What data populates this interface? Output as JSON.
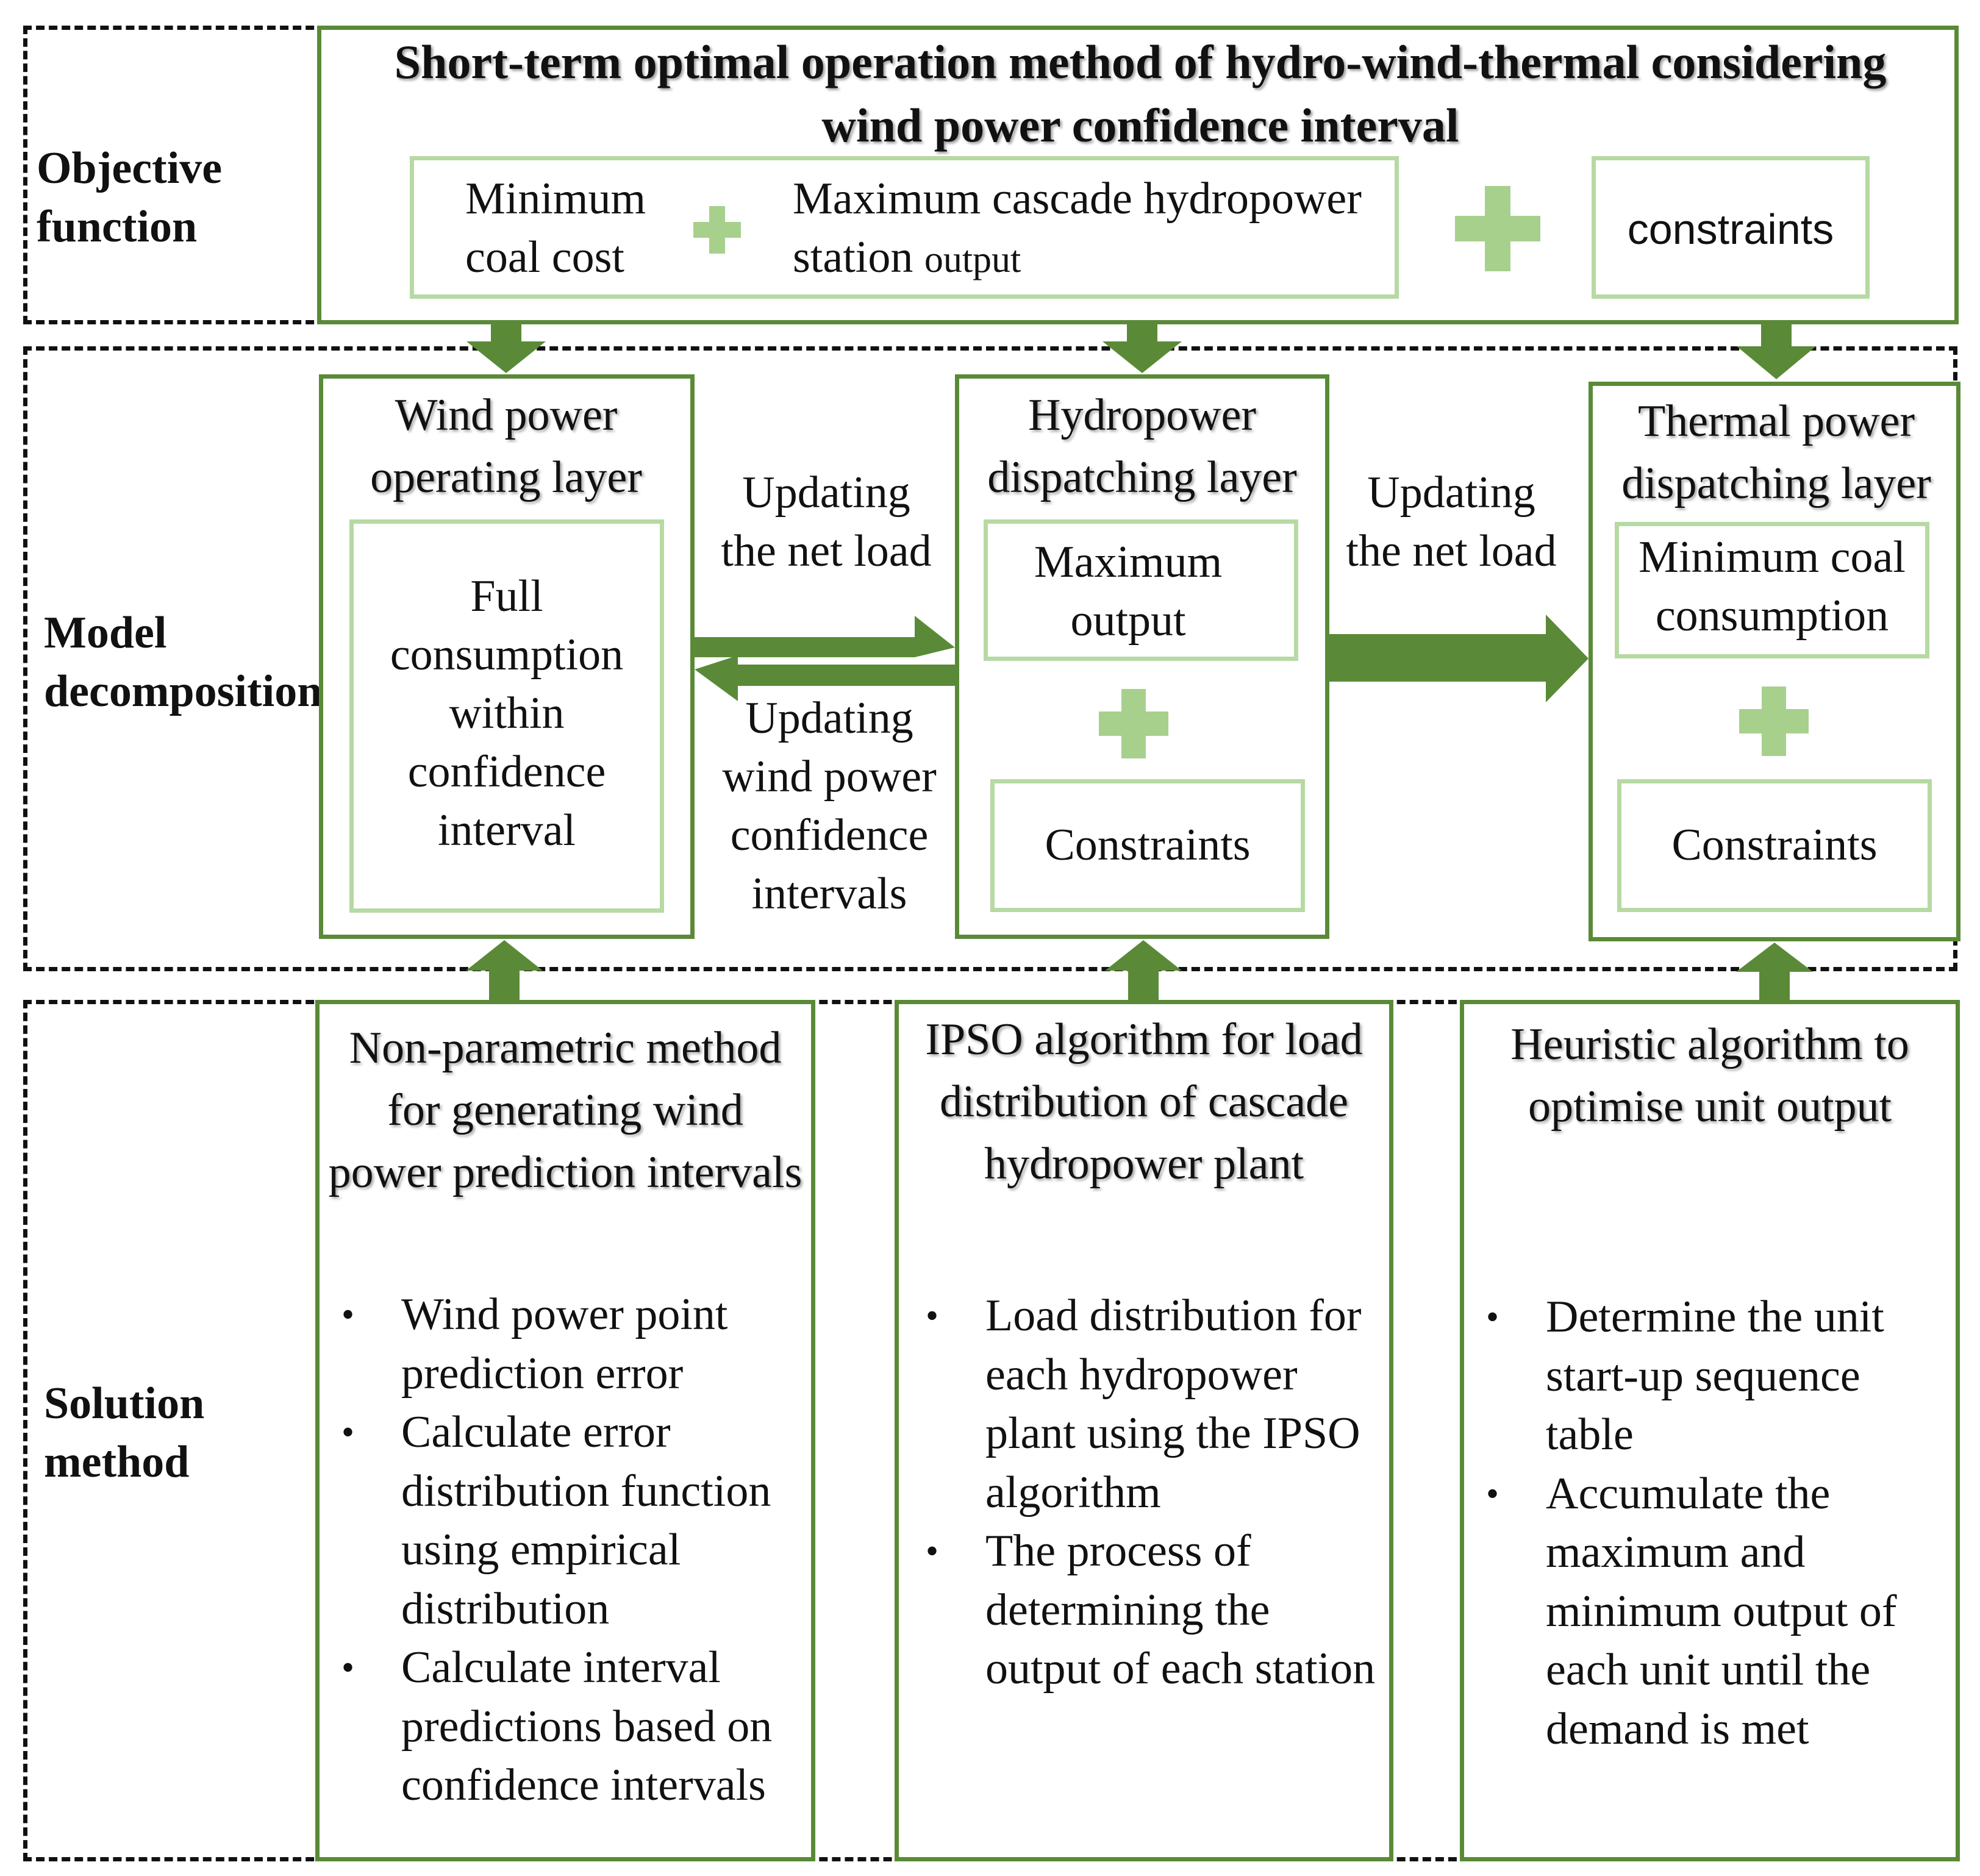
{
  "sections": {
    "objective": "Objective function",
    "model": "Model decomposition",
    "solution": "Solution method"
  },
  "objective": {
    "title": "Short-term optimal operation method of hydro-wind-thermal considering wind power confidence interval",
    "min_coal_cost": "Minimum coal cost",
    "max_cascade_line1": "Maximum cascade hydropower",
    "max_cascade_line2a": "station",
    "max_cascade_line2b": "output",
    "constraints": "constraints"
  },
  "model": {
    "wind_layer": {
      "title": "Wind power operating layer",
      "content": "Full consumption within confidence interval"
    },
    "hydro_layer": {
      "title": "Hydropower dispatching layer",
      "objective": "Maximum output",
      "constraints": "Constraints"
    },
    "thermal_layer": {
      "title": "Thermal power dispatching layer",
      "objective": "Minimum coal consumption",
      "constraints": "Constraints"
    },
    "arrow_labels": {
      "wind_to_hydro": "Updating the net load",
      "hydro_to_wind": "Updating wind power confidence intervals",
      "hydro_to_thermal": "Updating the net load"
    }
  },
  "solution": {
    "wind": {
      "title": "Non-parametric method for generating wind power prediction intervals",
      "bullets": [
        "Wind power point prediction error",
        "Calculate error distribution function using empirical distribution",
        "Calculate interval predictions based on confidence intervals"
      ]
    },
    "hydro": {
      "title": "IPSO algorithm for load distribution of cascade hydropower plant",
      "bullets": [
        "Load distribution for each hydropower plant using the IPSO algorithm",
        "The process of determining the output of each station"
      ]
    },
    "thermal": {
      "title": "Heuristic algorithm to optimise unit output",
      "bullets": [
        "Determine the unit start-up sequence table",
        "Accumulate the maximum and minimum output of each unit until the demand is met"
      ]
    }
  },
  "colors": {
    "dark_green": "#5a8a37",
    "light_green": "#b7d9a3",
    "plus_green": "#a8d08d"
  }
}
